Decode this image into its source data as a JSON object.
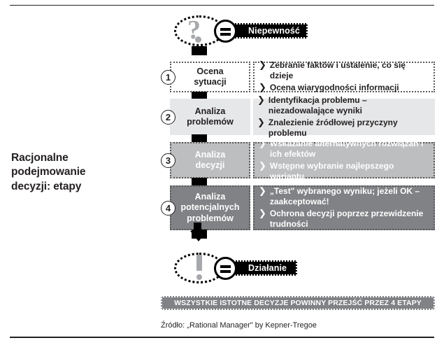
{
  "document": {
    "title": "Racjonalne podejmowanie decyzji: etapy",
    "title_lines": [
      "Racjonalne",
      "podejmowanie",
      "decyzji: etapy"
    ],
    "source": "Źródło: „Rational Manager\" by Kepner-Tregoe",
    "banner": "WSZYSTKIE ISTOTNE DECYZJE POWINNY PRZEJŚĆ PRZEZ 4 ETAPY"
  },
  "top_node": {
    "symbol": "?",
    "equals_icon": "equals-icon",
    "label": "Niepewność"
  },
  "bottom_node": {
    "symbol": "!",
    "equals_icon": "equals-icon",
    "label": "Działanie"
  },
  "steps": [
    {
      "number": "1",
      "stage_lines": [
        "Ocena",
        "sytuacji"
      ],
      "bullets": [
        "Zebranie faktów i ustalenie, co się dzieje",
        "Ocena wiarygodności informacji"
      ],
      "bg": "#ffffff",
      "text_color": "#231f20",
      "detail_bg": "#ffffff",
      "detail_text": "#231f20",
      "border": "dotted"
    },
    {
      "number": "2",
      "stage_lines": [
        "Analiza",
        "problemów"
      ],
      "bullets": [
        "Identyfikacja problemu – niezadowalające wyniki",
        "Znalezienie źródłowej przyczyny problemu"
      ],
      "bg": "#e6e7e8",
      "text_color": "#231f20",
      "detail_bg": "#e6e7e8",
      "detail_text": "#231f20",
      "border": "none"
    },
    {
      "number": "3",
      "stage_lines": [
        "Analiza",
        "decyzji"
      ],
      "bullets": [
        "Wskazanie alternatywnych rozwiązań i ich efektów",
        "Wstępne wybranie najlepszego wariantu"
      ],
      "bg": "#bcbec0",
      "text_color": "#ffffff",
      "detail_bg": "#bcbec0",
      "detail_text": "#ffffff",
      "border": "dotted"
    },
    {
      "number": "4",
      "stage_lines": [
        "Analiza",
        "potencjalnych",
        "problemów"
      ],
      "bullets": [
        "„Test\" wybranego wyniku; jeżeli OK – zaakceptować!",
        "Ochrona decyzji poprzez przewidzenie trudności"
      ],
      "bg": "#808285",
      "text_color": "#ffffff",
      "detail_bg": "#808285",
      "detail_text": "#ffffff",
      "border": "dotted"
    }
  ],
  "colors": {
    "black": "#000000",
    "ink": "#231f20",
    "gray_light": "#e6e7e8",
    "gray_mid": "#bcbec0",
    "gray_dark": "#808285",
    "gray_symbol": "#a6a8ab",
    "white": "#ffffff"
  },
  "bullet_glyph": "❯"
}
